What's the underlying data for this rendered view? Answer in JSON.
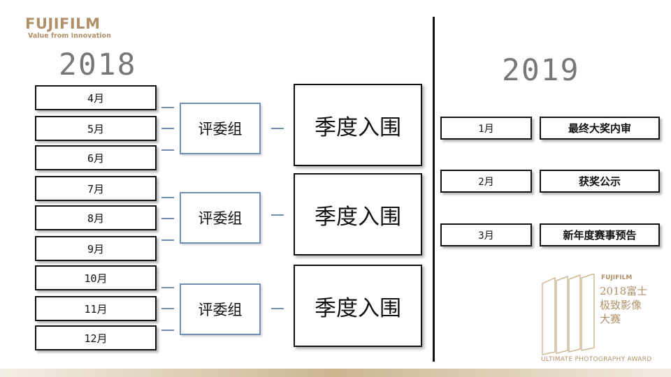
{
  "brand": {
    "logo": "FUJIFILM",
    "tagline": "Value from Innovation"
  },
  "left": {
    "year": "2018",
    "groups": [
      {
        "months": [
          "4月",
          "5月",
          "6月"
        ],
        "panel": "评委组",
        "result": "季度入围"
      },
      {
        "months": [
          "7月",
          "8月",
          "9月"
        ],
        "panel": "评委组",
        "result": "季度入围"
      },
      {
        "months": [
          "10月",
          "11月",
          "12月"
        ],
        "panel": "评委组",
        "result": "季度入围"
      }
    ]
  },
  "right": {
    "year": "2019",
    "schedule": [
      {
        "month": "1月",
        "event": "最终大奖内审"
      },
      {
        "month": "2月",
        "event": "获奖公示"
      },
      {
        "month": "3月",
        "event": "新年度赛事预告"
      }
    ]
  },
  "award": {
    "brand": "FUJIFILM",
    "title_line1": "2018富士",
    "title_line2": "极致影像",
    "title_line3": "大赛",
    "caption_part1": "ULTIMATE",
    "caption_part2": "PHOTOGRAPHY AWARD"
  },
  "colors": {
    "accent": "#6f8fb6",
    "gold": "#b09068",
    "year": "#777777"
  }
}
